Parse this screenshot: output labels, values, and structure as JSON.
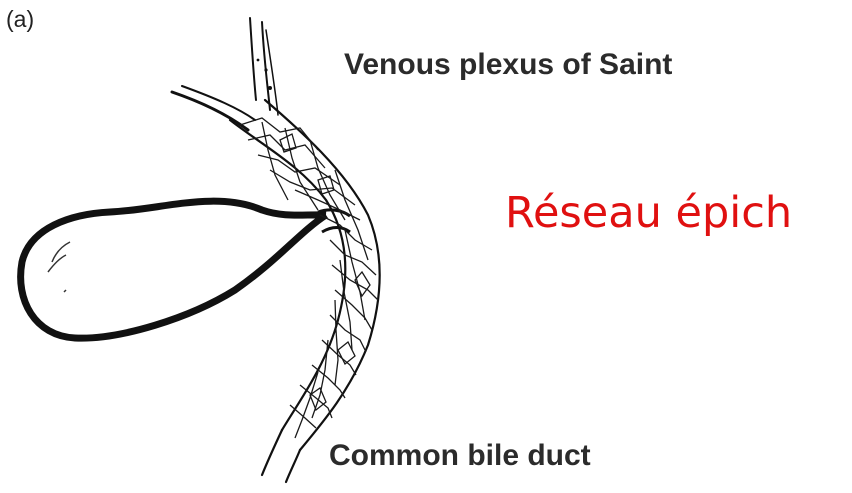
{
  "figure": {
    "panel_label": "(a)",
    "labels": {
      "venous_plexus": "Venous plexus of Saint",
      "reseau": "Réseau épich",
      "common_bile_duct": "Common bile duct"
    },
    "colors": {
      "ink": "#1a1a1a",
      "label_text": "#2b2b2b",
      "overlay_text": "#e01010",
      "background": "#ffffff"
    }
  }
}
